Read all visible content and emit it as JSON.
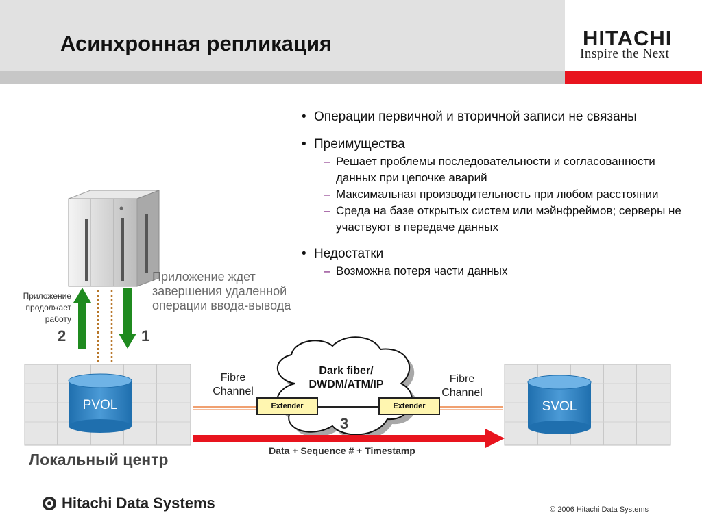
{
  "header": {
    "title": "Асинхронная репликация",
    "logo_word": "HITACHI",
    "logo_tagline": "Inspire the Next"
  },
  "bullets": [
    {
      "text": "Операции первичной и вторичной записи не связаны",
      "subs": []
    },
    {
      "text": "Преимущества",
      "subs": [
        "Решает проблемы последовательности и согласованности данных при цепочке аварий",
        "Максимальная производительность при любом расстоянии",
        "Среда на базе открытых систем или мэйнфреймов; серверы не участвуют в передаче данных"
      ]
    },
    {
      "text": "Недостатки",
      "subs": [
        "Возможна потеря части данных"
      ]
    }
  ],
  "diagram": {
    "wait_note": "Приложение ждет завершения удаленной операции ввода-вывода",
    "continue_note": "Приложение продолжает работу",
    "step_1": "1",
    "step_2": "2",
    "step_3": "3",
    "fibre_left": "Fibre Channel",
    "fibre_right": "Fibre Channel",
    "cloud_label": "Dark fiber/ DWDM/ATM/IP",
    "extender_left": "Extender",
    "extender_right": "Extender",
    "data_sequence": "Data + Sequence # + Timestamp",
    "pvol": "PVOL",
    "svol": "SVOL",
    "local_center": "Локальный центр"
  },
  "footer": {
    "company": "Hitachi Data Systems",
    "copyright": "© 2006 Hitachi Data Systems"
  },
  "colors": {
    "accent_red": "#e8141e",
    "arrow_green": "#1f8a1f",
    "vol_blue": "#2e7fc0"
  }
}
